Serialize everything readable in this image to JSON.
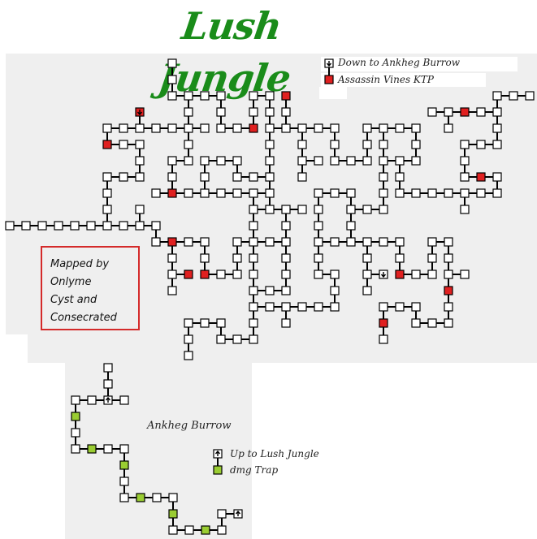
{
  "title": "Lush Jungle",
  "legend_top": {
    "down_label": "Down to Ankheg Burrow",
    "ktp_label": "Assassin Vines KTP"
  },
  "credit": {
    "lines": [
      "Mapped by",
      "Onlyme",
      "Cyst and",
      "Consecrated"
    ]
  },
  "burrow": {
    "name": "Ankheg Burrow",
    "up_label": "Up to Lush Jungle",
    "trap_label": "dmg Trap"
  },
  "colors": {
    "room": "#ffffff",
    "ktp": "#e02020",
    "trap": "#9acd32",
    "background": "#efefef",
    "title": "#1a8c1a"
  }
}
